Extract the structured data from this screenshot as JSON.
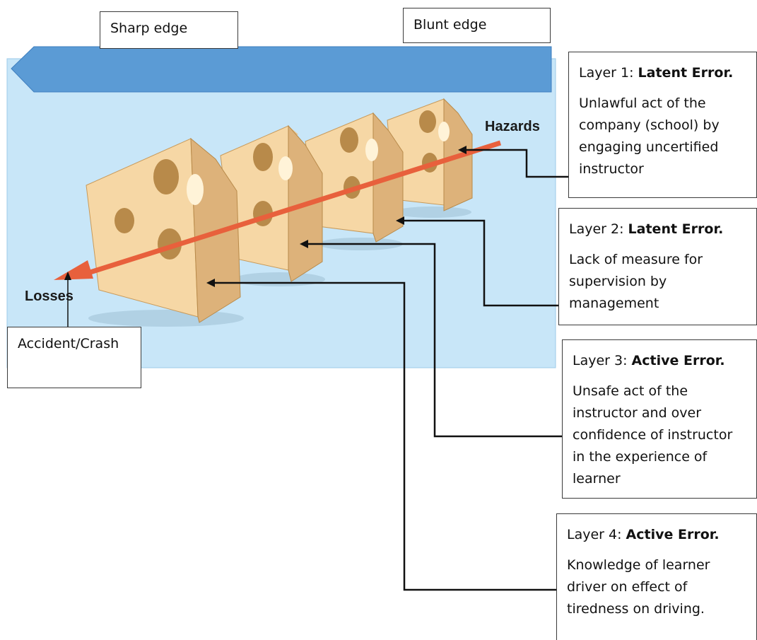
{
  "edges": {
    "sharp": "Sharp edge",
    "blunt": "Blunt edge"
  },
  "diagram": {
    "hazards_label": "Hazards",
    "losses_label": "Losses",
    "outcome_label": "Accident/Crash"
  },
  "layers": [
    {
      "prefix": "Layer 1: ",
      "error": "Latent Error.",
      "description": " Unlawful act of the\ncompany (school) by\nengaging uncertified\ninstructor"
    },
    {
      "prefix": "Layer 2: ",
      "error": "Latent Error.",
      "description": "Lack of measure for\nsupervision by\nmanagement"
    },
    {
      "prefix": "Layer 3: ",
      "error": "Active Error.",
      "description": "Unsafe act of the\ninstructor and over\nconfidence of instructor\nin the experience of\nlearner"
    },
    {
      "prefix": "Layer 4: ",
      "error": "Active Error.",
      "description": "Knowledge of learner\ndriver on effect of\ntiredness on driving."
    }
  ],
  "colors": {
    "background_panel": "#c8e6f8",
    "edge_arrow": "#5b9bd5",
    "cheese_front": "#f6d7a5",
    "cheese_side": "#ddb27a",
    "hazard_arrow": "#e8603c"
  }
}
